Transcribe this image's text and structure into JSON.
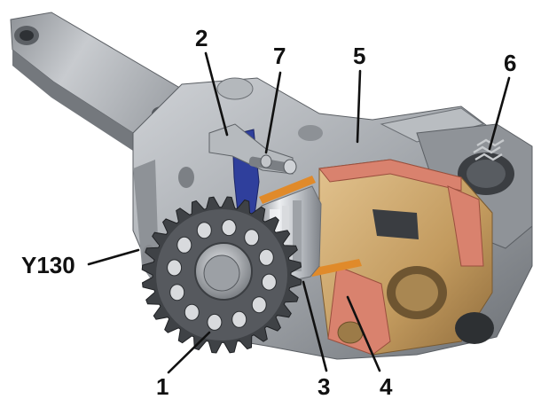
{
  "figure": {
    "callouts": [
      {
        "id": "1",
        "text": "1"
      },
      {
        "id": "2",
        "text": "2"
      },
      {
        "id": "3",
        "text": "3"
      },
      {
        "id": "4",
        "text": "4"
      },
      {
        "id": "5",
        "text": "5"
      },
      {
        "id": "6",
        "text": "6"
      },
      {
        "id": "7",
        "text": "7"
      },
      {
        "id": "y130",
        "text": "Y130"
      }
    ]
  },
  "colors": {
    "housing": "#a9adb2",
    "housing_dark": "#6f7378",
    "cutaway_red": "#d9826e",
    "brass": "#c9a36a",
    "gear_dark": "#3f4246",
    "gear_light": "#d8dadd",
    "solenoid_blue": "#2f3f9c",
    "orange_seal": "#e08a2a"
  }
}
